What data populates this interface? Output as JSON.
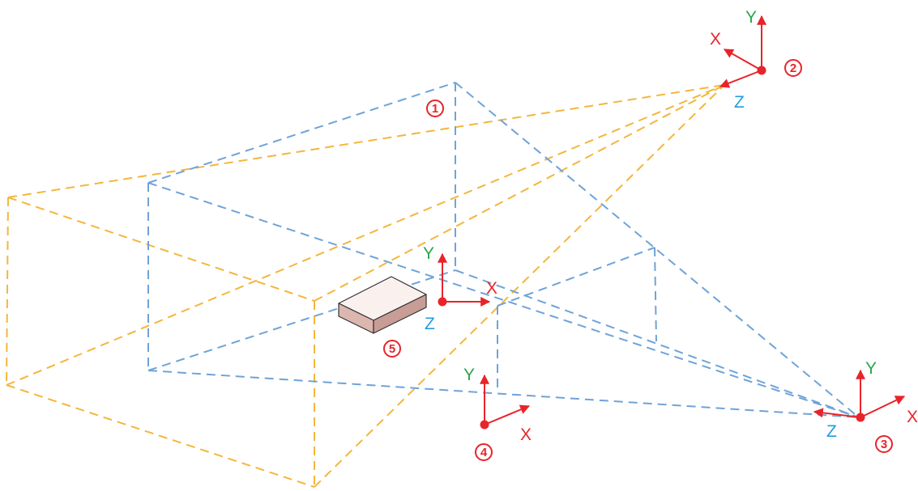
{
  "colors": {
    "frustum_blue": "#6fa3d8",
    "frustum_orange": "#f4b63c",
    "axis_red": "#e8242a",
    "label_x": "#e8242a",
    "label_y": "#2aa84a",
    "label_z": "#1e9fe0",
    "box_top": "#faf1ef",
    "box_front": "#dcb7b0",
    "box_side": "#c79d95",
    "box_edge": "#333333"
  },
  "frames": {
    "center": {
      "x": "X",
      "y": "Y",
      "z": "Z"
    },
    "camera_2": {
      "x": "X",
      "y": "Y",
      "z": "Z"
    },
    "camera_3": {
      "x": "X",
      "y": "Y",
      "z": "Z"
    },
    "frame_4": {
      "x": "X",
      "y": "Y"
    }
  },
  "markers": {
    "m1": "1",
    "m2": "2",
    "m3": "3",
    "m4": "4",
    "m5": "5"
  }
}
